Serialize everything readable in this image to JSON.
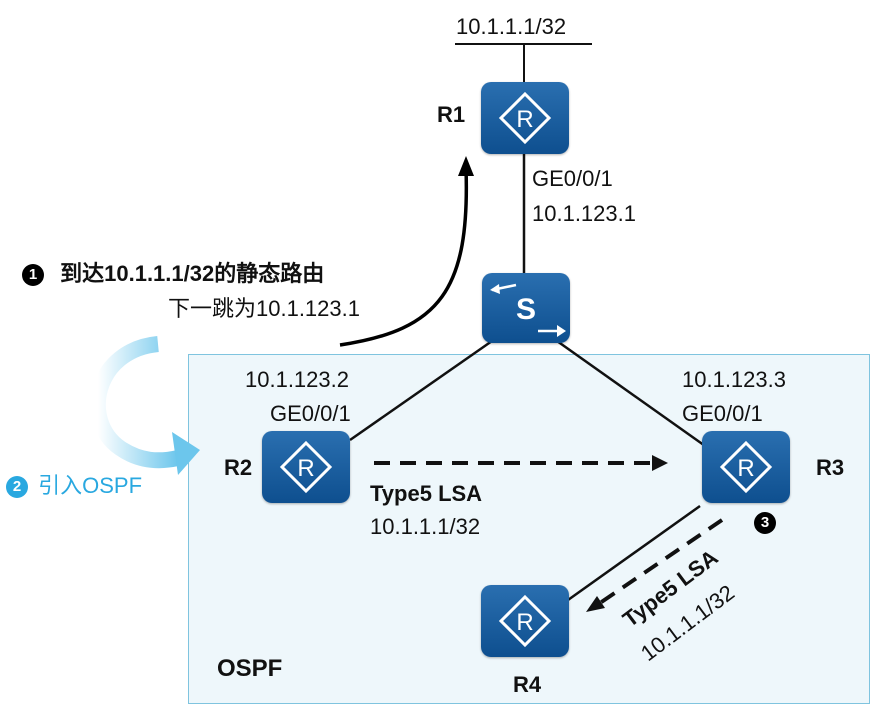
{
  "top_prefix": "10.1.1.1/32",
  "r1": {
    "name": "R1",
    "interface": "GE0/0/1",
    "ip": "10.1.123.1"
  },
  "r2": {
    "name": "R2",
    "ip": "10.1.123.2",
    "interface": "GE0/0/1"
  },
  "r3": {
    "name": "R3",
    "ip": "10.1.123.3",
    "interface": "GE0/0/1"
  },
  "r4": {
    "name": "R4"
  },
  "switch_label": "S",
  "router_label": "R",
  "step1": {
    "number": "1",
    "line1": "到达10.1.1.1/32的静态路由",
    "line2": "下一跳为10.1.123.1"
  },
  "step2": {
    "number": "2",
    "text": "引入OSPF"
  },
  "step3": {
    "number": "3"
  },
  "lsa_r2_r3": {
    "type": "Type5 LSA",
    "prefix": "10.1.1.1/32"
  },
  "lsa_r3_r4": {
    "type": "Type5 LSA",
    "prefix": "10.1.1.1/32"
  },
  "area_label": "OSPF",
  "colors": {
    "device": "#1a5e9e",
    "area_fill": "#eef7fb",
    "area_border": "#7fc4df",
    "accent_blue": "#29a8e0"
  }
}
